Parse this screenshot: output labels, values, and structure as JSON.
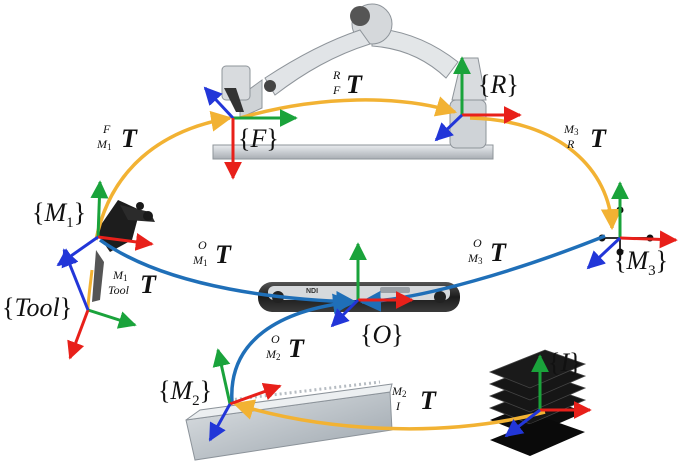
{
  "frames": {
    "R": "R",
    "F": "F",
    "M1": {
      "base": "M",
      "sub": "1"
    },
    "M2": {
      "base": "M",
      "sub": "2"
    },
    "M3": {
      "base": "M",
      "sub": "3"
    },
    "Tool": "Tool",
    "O": "O",
    "I": "I"
  },
  "transforms": {
    "R_F": {
      "sup": "R",
      "sub": "F",
      "symbol": "T"
    },
    "F_M1": {
      "sup": "F",
      "sub_base": "M",
      "sub_index": "1",
      "symbol": "T"
    },
    "M3_R": {
      "sup_base": "M",
      "sup_index": "3",
      "sub": "R",
      "symbol": "T"
    },
    "O_M1": {
      "sup": "O",
      "sub_base": "M",
      "sub_index": "1",
      "symbol": "T"
    },
    "O_M3": {
      "sup": "O",
      "sub_base": "M",
      "sub_index": "3",
      "symbol": "T"
    },
    "M1_Tool": {
      "sup_base": "M",
      "sup_index": "1",
      "sub": "Tool",
      "symbol": "T"
    },
    "O_M2": {
      "sup": "O",
      "sub_base": "M",
      "sub_index": "2",
      "symbol": "T"
    },
    "M2_I": {
      "sup_base": "M",
      "sup_index": "2",
      "sub": "I",
      "symbol": "T"
    }
  },
  "device_label": "NDI",
  "colors": {
    "x_axis": "#e8201a",
    "y_axis": "#1aa33b",
    "z_axis": "#2236d8",
    "yellow_path": "#f2b233",
    "blue_path": "#1f6fb8"
  }
}
